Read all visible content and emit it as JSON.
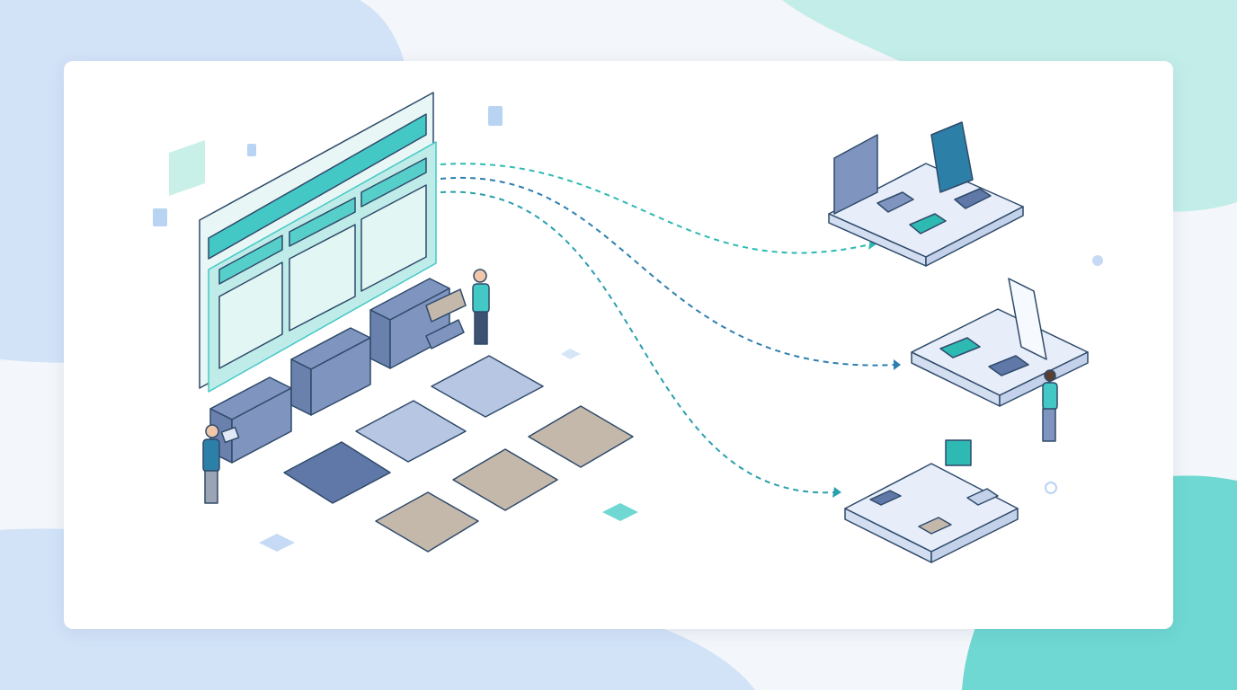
{
  "colors": {
    "background": "#f3f6fa",
    "blob_blue": "#cfe0f7",
    "blob_teal": "#bfece6",
    "teal_accent": "#3fc8c4",
    "slate_blue": "#7f95c0",
    "taupe": "#c4b8ab",
    "dark_navy": "#2f4a6a"
  },
  "illustration": {
    "left_group": [
      "dashboard-screen",
      "server-blocks",
      "tile-grid",
      "person-with-tablet",
      "person-carrying-box"
    ],
    "right_group": [
      "knowledge-platform",
      "analytics-platform",
      "network-platform"
    ],
    "connectors": "dashed-arrows"
  }
}
